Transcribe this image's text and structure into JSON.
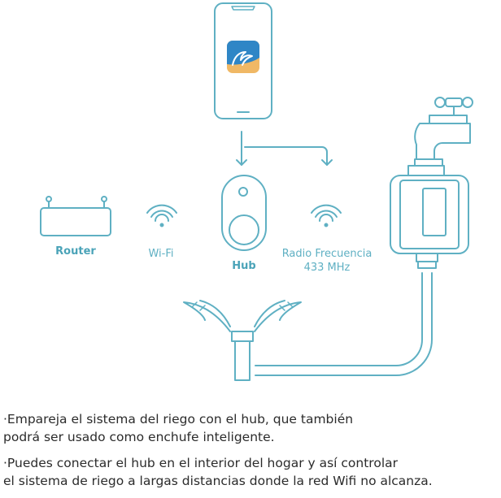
{
  "diagram": {
    "labels": {
      "router": "Router",
      "wifi": "Wi-Fi",
      "hub": "Hub",
      "radio_line1": "Radio Frecuencia",
      "radio_line2": "433 MHz"
    },
    "icons": [
      "phone-icon",
      "app-icon",
      "router-icon",
      "wifi-icon",
      "hub-icon",
      "radio-wave-icon",
      "valve-icon",
      "faucet-icon",
      "sprinkler-icon",
      "hose-icon"
    ],
    "colors": {
      "stroke": "#5fb0c3",
      "app_blue": "#2f86c6",
      "app_orange": "#f0b865"
    }
  },
  "notes": [
    {
      "line1": "·Empareja el sistema del riego con el hub, que también",
      "line2": "podrá ser usado como enchufe inteligente."
    },
    {
      "line1": "·Puedes conectar el hub en el interior del hogar y así controlar",
      "line2": "el sistema de riego a largas distancias donde la red Wifi no alcanza."
    }
  ]
}
